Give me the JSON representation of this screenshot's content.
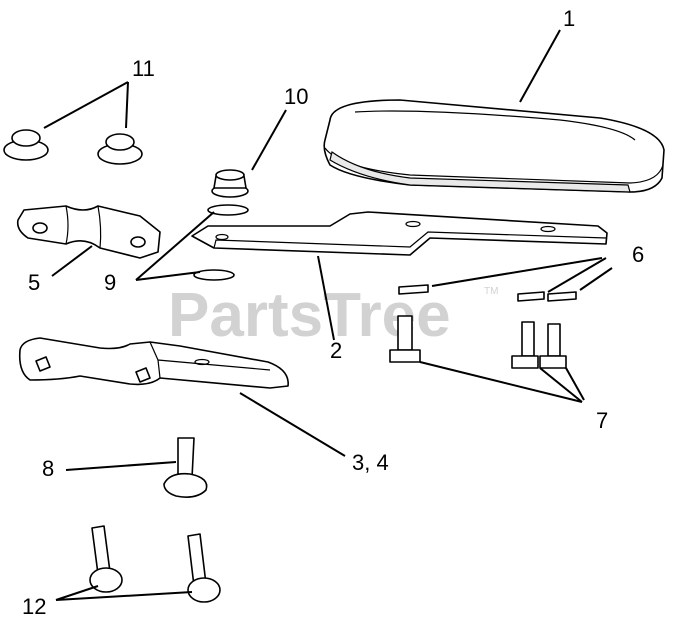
{
  "watermark": {
    "text": "PartsTree",
    "trademark": "TM"
  },
  "callouts": {
    "c1": "1",
    "c2": "2",
    "c3": "3, 4",
    "c5": "5",
    "c6": "6",
    "c7": "7",
    "c8": "8",
    "c9": "9",
    "c10": "10",
    "c11": "11",
    "c12": "12"
  },
  "colors": {
    "line": "#000000",
    "watermark": "#d2d2d2",
    "background": "#ffffff"
  }
}
